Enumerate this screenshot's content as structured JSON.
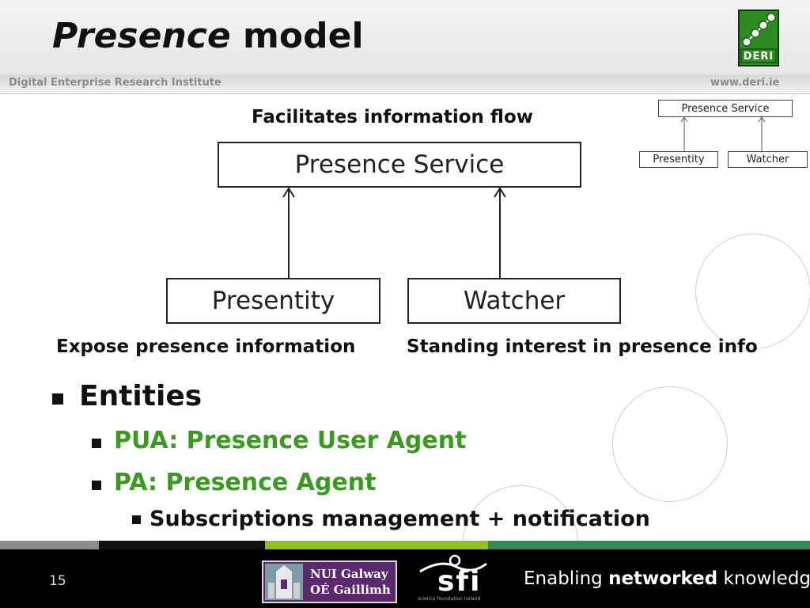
{
  "header": {
    "title_em": "Presence",
    "title_rest": " model",
    "logo_text": "DERI"
  },
  "subheader": {
    "left": "Digital Enterprise Research Institute",
    "right": "www.deri.ie"
  },
  "diagram": {
    "caption_top": "Facilitates information flow",
    "service_label": "Presence Service",
    "presentity_label": "Presentity",
    "watcher_label": "Watcher",
    "caption_left": "Expose presence information",
    "caption_right": "Standing interest in presence info"
  },
  "thumbnail": {
    "service_label": "Presence Service",
    "presentity_label": "Presentity",
    "watcher_label": "Watcher"
  },
  "bullets": {
    "level1": "Entities",
    "level2_a": "PUA: Presence User Agent",
    "level2_b": "PA: Presence Agent",
    "level3": "Subscriptions management + notification"
  },
  "footer": {
    "page_number": "15",
    "nui_line1": "NUI Galway",
    "nui_line2": "OÉ Gaillimh",
    "sfi_text": "sfi",
    "sfi_sub": "science foundation ireland",
    "tagline_1": "Enabling ",
    "tagline_bold": "networked",
    "tagline_2": " knowledge."
  },
  "colors": {
    "accent_green": "#3a9a1f",
    "footer_strip_grey": "#8c8c8c",
    "footer_strip_lime": "#8fc31f",
    "footer_strip_green": "#2e8b57",
    "logo_green": "#2e8b22"
  }
}
